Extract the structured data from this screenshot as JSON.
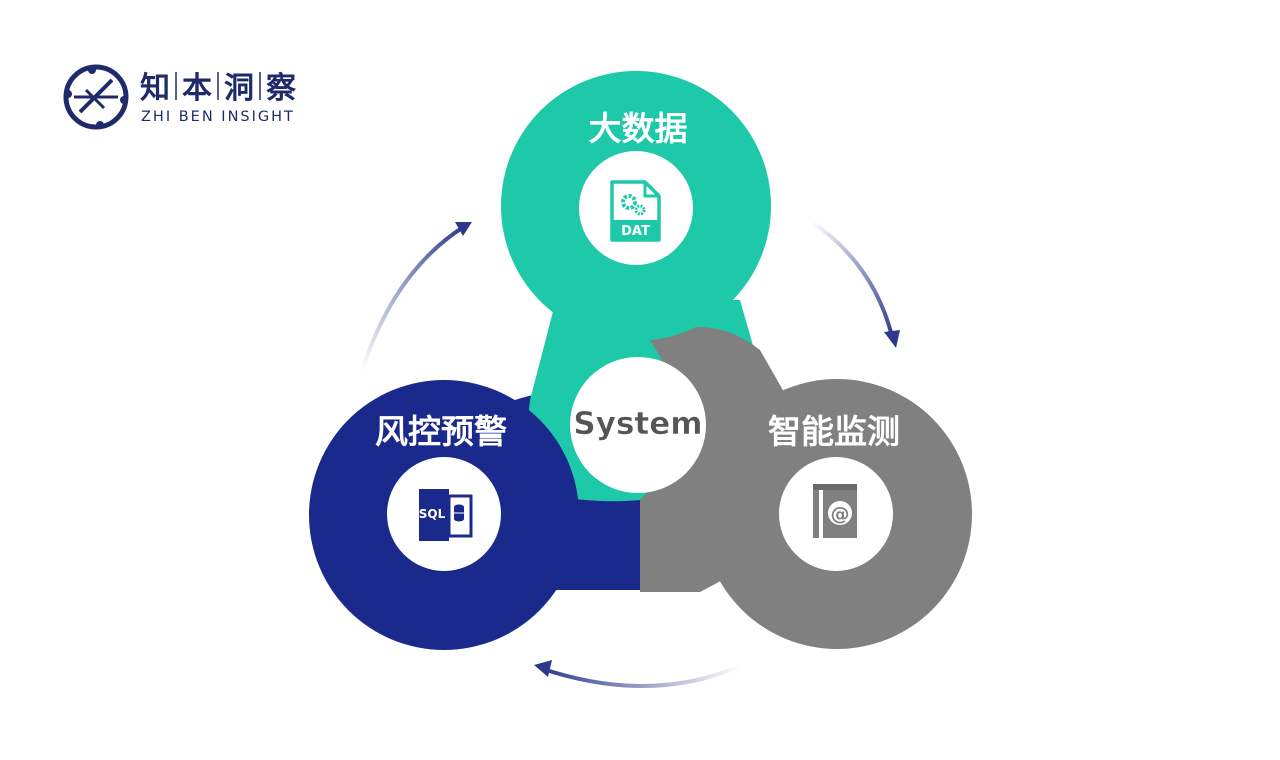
{
  "brand": {
    "chars": [
      "知",
      "本",
      "洞",
      "察"
    ],
    "subtitle": "ZHI BEN INSIGHT",
    "color": "#1f2a6b"
  },
  "diagram": {
    "center": {
      "label": "System"
    },
    "nodes": [
      {
        "id": "big-data",
        "label": "大数据",
        "icon": "dat-file-icon",
        "icon_text": "DAT",
        "color": "#1ec9a9"
      },
      {
        "id": "smart-monitoring",
        "label": "智能监测",
        "icon": "email-book-icon",
        "icon_text": "@",
        "color": "#808080"
      },
      {
        "id": "risk-warning",
        "label": "风控预警",
        "icon": "sql-database-icon",
        "icon_text": "SQL",
        "color": "#1a2a8c"
      }
    ],
    "arrow_color": "#2d3a8c"
  }
}
